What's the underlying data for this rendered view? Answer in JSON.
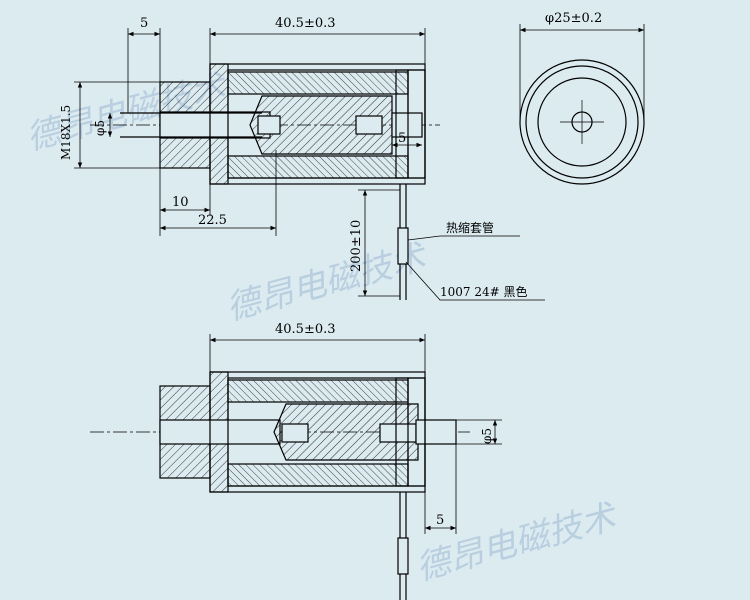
{
  "drawing": {
    "top_view": {
      "dim_width": "40.5±0.3",
      "dim_thread": "M18X1.5",
      "dim_shaft_dia": "φ5",
      "dim_shaft_ext": "5",
      "dim_stroke": "5",
      "dim_mount_10": "10",
      "dim_mount_225": "22.5",
      "dim_lead": "200±10",
      "label_sleeve": "热缩套管",
      "label_wire": "1007 24# 黑色"
    },
    "end_view": {
      "dim_diameter": "φ25±0.2"
    },
    "bottom_view": {
      "dim_width": "40.5±0.3",
      "dim_shaft_dia": "φ5",
      "dim_stroke": "5"
    },
    "watermark": "德昂电磁技术"
  },
  "colors": {
    "background": "#dcebf0",
    "line": "#000000",
    "watermark": "#b9cfe0"
  }
}
